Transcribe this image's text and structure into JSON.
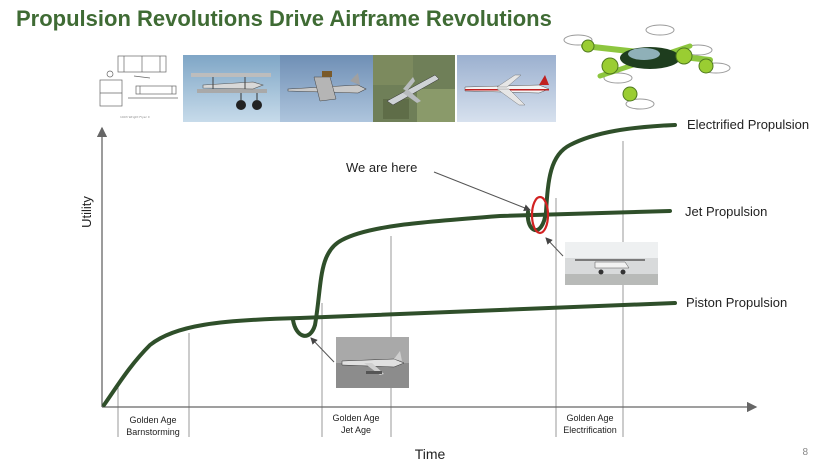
{
  "title": "Propulsion Revolutions Drive Airframe Revolutions",
  "axes": {
    "y_label": "Utility",
    "x_label": "Time"
  },
  "curves": [
    {
      "label": "Electrified Propulsion"
    },
    {
      "label": "Jet Propulsion"
    },
    {
      "label": "Piston Propulsion"
    }
  ],
  "annotation": "We are here",
  "eras": [
    {
      "line1": "Golden Age",
      "line2": "Barnstorming"
    },
    {
      "line1": "Golden Age",
      "line2": "Jet Age"
    },
    {
      "line1": "Golden Age",
      "line2": "Electrification"
    }
  ],
  "blueprint_caption": "1903 Wright Flyer II",
  "page_number": "8",
  "colors": {
    "title": "#3f6b34",
    "curve": "#2f4f2a",
    "highlight": "#d22222",
    "evtol": "#9acd32"
  }
}
